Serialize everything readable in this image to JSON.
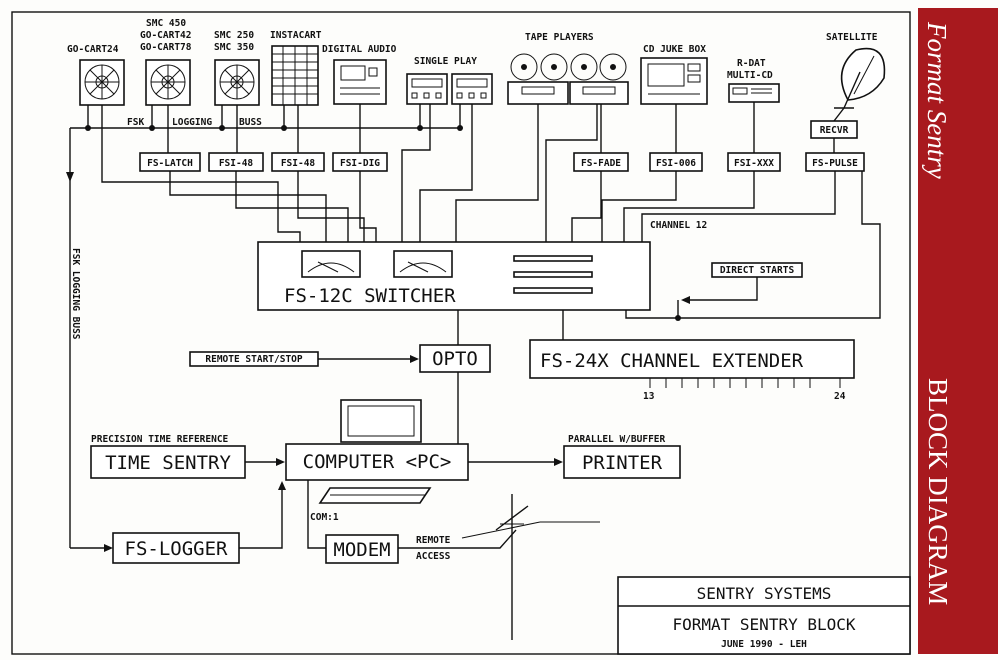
{
  "sidebar": {
    "title_italic": "Format Sentry",
    "title_caps": "BLOCK DIAGRAM",
    "color": "#a8191e"
  },
  "sources": {
    "go_cart24": "GO-CART24",
    "smc450_a": "SMC 450",
    "smc450_b": "GO-CART42",
    "smc450_c": "GO-CART78",
    "smc250_a": "SMC 250",
    "smc250_b": "SMC 350",
    "instacart": "INSTACART",
    "digital_audio": "DIGITAL AUDIO",
    "single_play": "SINGLE PLAY",
    "tape_players": "TAPE PLAYERS",
    "cd_juke_box": "CD JUKE BOX",
    "rdat_a": "R-DAT",
    "rdat_b": "MULTI-CD",
    "satellite": "SATELLITE"
  },
  "buss": {
    "fsk": "FSK",
    "logging": "LOGGING",
    "buss": "BUSS",
    "vertical": "FSK LOGGING BUSS"
  },
  "interfaces": {
    "fs_latch": "FS-LATCH",
    "fsi48_a": "FSI-48",
    "fsi48_b": "FSI-48",
    "fsi_dig": "FSI-DIG",
    "fs_fade": "FS-FADE",
    "fsi_006": "FSI-006",
    "fsi_xxx": "FSI-XXX",
    "fs_pulse": "FS-PULSE",
    "recvr": "RECVR"
  },
  "switcher": {
    "label": "FS-12C SWITCHER",
    "channel12": "CHANNEL 12",
    "direct_starts": "DIRECT STARTS"
  },
  "remote_start": "REMOTE START/STOP",
  "opto": "OPTO",
  "extender": {
    "label": "FS-24X  CHANNEL EXTENDER",
    "first": "13",
    "last": "24"
  },
  "precision_time": "PRECISION TIME REFERENCE",
  "time_sentry": "TIME SENTRY",
  "computer": "COMPUTER <PC>",
  "parallel": "PARALLEL W/BUFFER",
  "printer": "PRINTER",
  "com1": "COM:1",
  "fs_logger": "FS-LOGGER",
  "modem": "MODEM",
  "remote_a": "REMOTE",
  "remote_b": "ACCESS",
  "title_block": {
    "company": "SENTRY SYSTEMS",
    "title": "FORMAT SENTRY BLOCK",
    "date": "JUNE 1990 - LEH"
  }
}
